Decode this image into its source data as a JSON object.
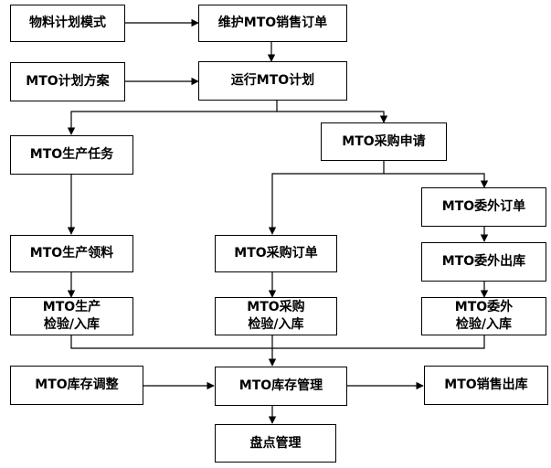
{
  "diagram": {
    "nodes": {
      "material_plan_mode": "物料计划模式",
      "maintain_mto_sales_order": "维护MTO销售订单",
      "mto_plan_scheme": "MTO计划方案",
      "run_mto_plan": "运行MTO计划",
      "mto_production_task": "MTO生产任务",
      "mto_purchase_request": "MTO采购申请",
      "mto_outsource_order": "MTO委外订单",
      "mto_production_material_issue": "MTO生产领料",
      "mto_purchase_order": "MTO采购订单",
      "mto_outsource_out": "MTO委外出库",
      "mto_production_inspect_instock": "MTO生产\n检验/入库",
      "mto_purchase_inspect_instock": "MTO采购\n检验/入库",
      "mto_outsource_inspect_instock": "MTO委外\n检验/入库",
      "mto_inventory_adjust": "MTO库存调整",
      "mto_inventory_manage": "MTO库存管理",
      "mto_sales_out": "MTO销售出库",
      "stocktaking_manage": "盘点管理"
    }
  }
}
